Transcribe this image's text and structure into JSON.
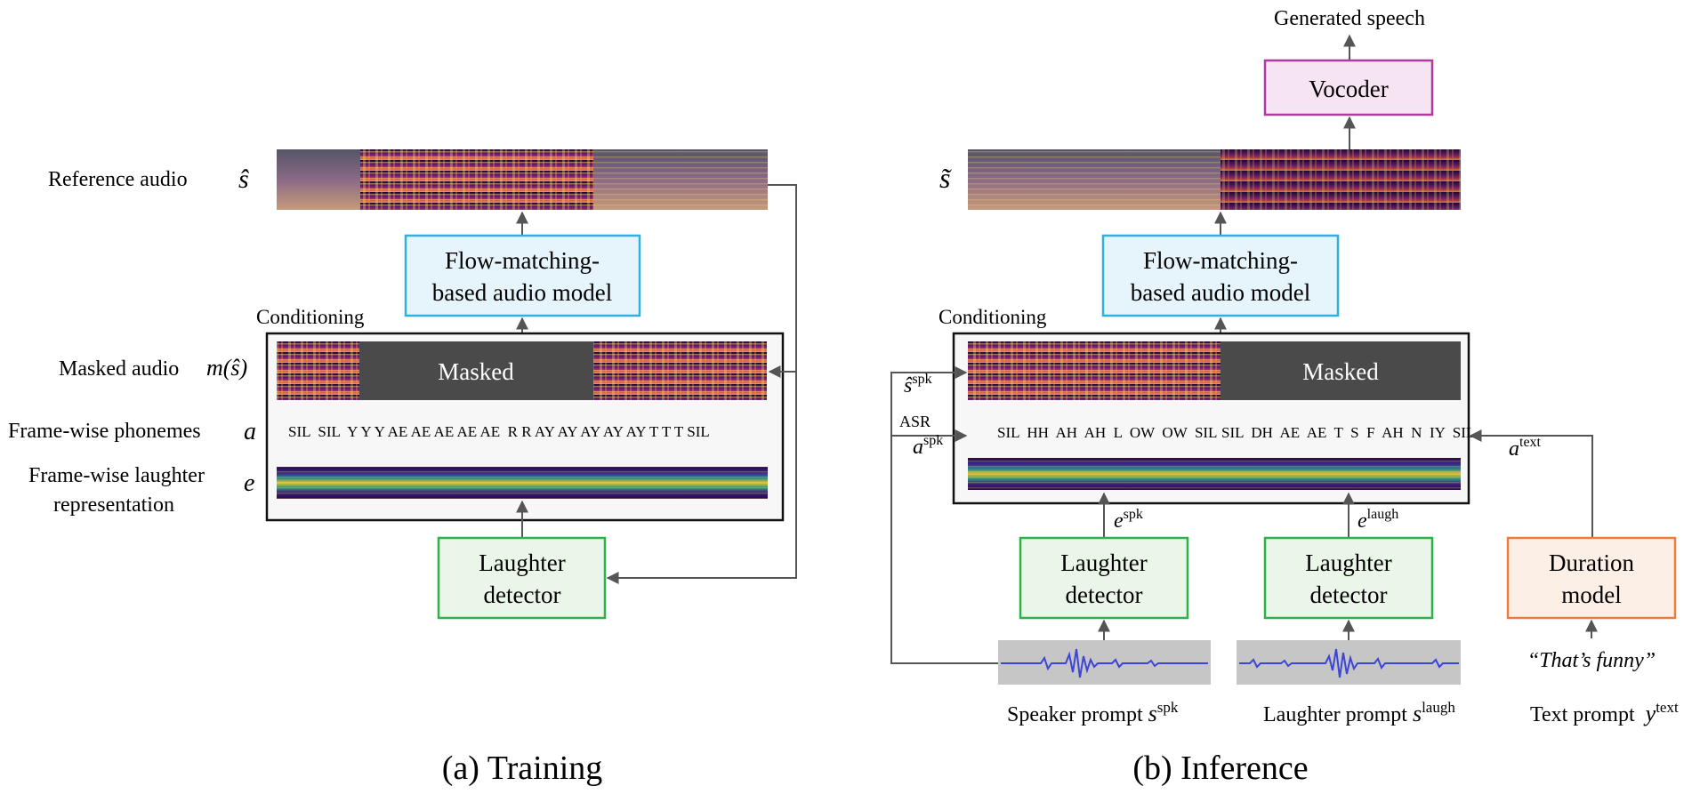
{
  "colors": {
    "flow_border": "#2fb0de",
    "flow_fill": "#e6f5fb",
    "laugh_border": "#2db24a",
    "laugh_fill": "#eaf6e8",
    "vocoder_border": "#b23a9e",
    "vocoder_fill": "#f6e4f3",
    "duration_border": "#ee7b3a",
    "duration_fill": "#fcefe5",
    "masked_fill": "#4a4a4a",
    "arrow": "#555555",
    "wave": "#3d45d6"
  },
  "training": {
    "reference_label": "Reference audio",
    "reference_sym": "ŝ",
    "flow_model": [
      "Flow-matching-",
      "based audio model"
    ],
    "conditioning": "Conditioning",
    "masked_audio_label": "Masked audio",
    "masked_audio_sym": "m(ŝ)",
    "masked": "Masked",
    "phonemes_label": "Frame-wise phonemes",
    "phonemes_sym": "a",
    "phonemes": "SIL  SIL  Y Y Y AE AE AE AE AE  R R AY AY AY AY AY T T T SIL",
    "laughter_label": [
      "Frame-wise laughter",
      "representation"
    ],
    "laughter_sym": "e",
    "laughter_detector": [
      "Laughter",
      "detector"
    ],
    "caption": "(a) Training"
  },
  "inference": {
    "generated": "Generated speech",
    "vocoder": "Vocoder",
    "s_tilde": "s̃",
    "flow_model": [
      "Flow-matching-",
      "based audio model"
    ],
    "conditioning": "Conditioning",
    "masked": "Masked",
    "s_spk": "ŝ",
    "s_spk_sup": "spk",
    "asr": "ASR",
    "a_spk": "a",
    "a_spk_sup": "spk",
    "phonemes_left": "SIL  HH  AH  AH  L  OW  OW  SIL",
    "phonemes_right": "SIL  DH  AE  AE  T  S  F  AH  N  IY  SIL",
    "a_text": "a",
    "a_text_sup": "text",
    "e_spk": "e",
    "e_spk_sup": "spk",
    "e_laugh": "e",
    "e_laugh_sup": "laugh",
    "laughter_detector_1": [
      "Laughter",
      "detector"
    ],
    "laughter_detector_2": [
      "Laughter",
      "detector"
    ],
    "duration_model": [
      "Duration",
      "model"
    ],
    "text_quote": "“That’s funny”",
    "speaker_prompt": "Speaker prompt",
    "speaker_sym": "s",
    "speaker_sup": "spk",
    "laughter_prompt": "Laughter prompt",
    "laughter_sym": "s",
    "laughter_sup": "laugh",
    "text_prompt": "Text prompt",
    "text_sym": "y",
    "text_sup": "text",
    "caption": "(b) Inference"
  }
}
